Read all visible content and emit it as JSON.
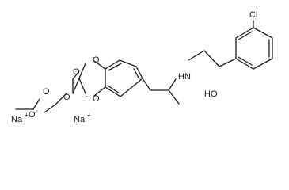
{
  "labels": {
    "cl": "Cl",
    "nh": "HN",
    "oh": "HO",
    "na1": "Na",
    "na2": "Na",
    "plus": "+",
    "minus": "-",
    "o": "O"
  }
}
